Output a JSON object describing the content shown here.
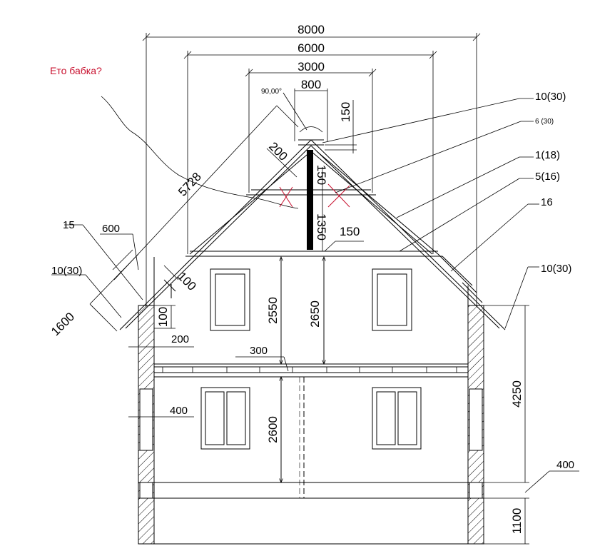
{
  "annotation": {
    "text": "Ето бабка?",
    "color": "#c8102e"
  },
  "dimensions": {
    "width_total": "8000",
    "width_6000": "6000",
    "width_3000": "3000",
    "top_800": "800",
    "top_150": "150",
    "angle": "90,00°",
    "rafter_5728": "5728",
    "d_200": "200",
    "d_150_v": "150",
    "d_1350": "1350",
    "d_150_h": "150",
    "eave_15": "15",
    "eave_600": "600",
    "eave_100": "100",
    "eave_1600": "1600",
    "wall_100": "100",
    "wall_200": "200",
    "h_2550": "2550",
    "h_2650": "2650",
    "floor_300": "300",
    "wall_400": "400",
    "h_2600": "2600",
    "h_4250": "4250",
    "base_400": "400",
    "base_1100": "1100"
  },
  "callouts": {
    "c_10_30_top": "10(30)",
    "c_6_30": "6 (30)",
    "c_1_18": "1(18)",
    "c_5_16": "5(16)",
    "c_16": "16",
    "c_10_30_right": "10(30)",
    "c_10_30_left": "10(30)"
  },
  "colors": {
    "line": "#000000",
    "background": "#ffffff",
    "annotation": "#c8102e",
    "post": "#000000"
  }
}
